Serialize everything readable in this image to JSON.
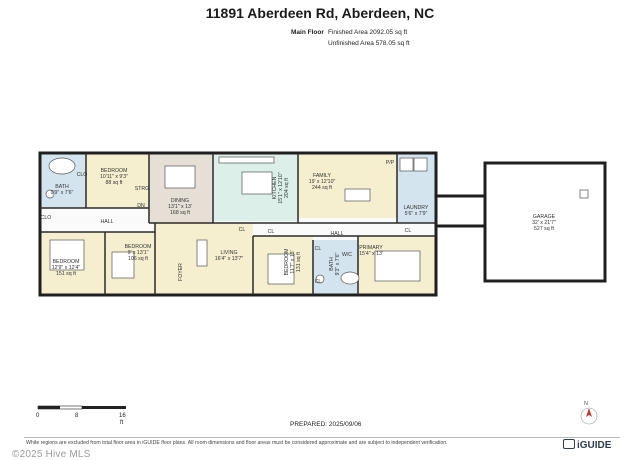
{
  "header": {
    "title": "11891 Aberdeen Rd, Aberdeen, NC",
    "floor_label": "Main Floor",
    "finished_area": "Finished Area 2092.05 sq ft",
    "unfinished_area": "Unfinished Area 578.05 sq ft"
  },
  "rooms": {
    "bath1": [
      "BATH",
      "9'9\" x 7'6\""
    ],
    "bedroom_top": [
      "BEDROOM",
      "10'11\" x 9'3\"",
      "88 sq ft"
    ],
    "dining": [
      "DINING",
      "13'1\" x 13'",
      "168 sq ft"
    ],
    "kitchen": [
      "KITCHEN",
      "15'1\" x 12'10\"",
      "204 sq ft"
    ],
    "family": [
      "FAMILY",
      "19' x 12'10\"",
      "244 sq ft"
    ],
    "laundry": [
      "LAUNDRY",
      "5'6\" x 7'9\""
    ],
    "garage": [
      "GARAGE",
      "32' x 21'7\"",
      "527 sq ft"
    ],
    "bedroom_left": [
      "BEDROOM",
      "12'9\" x 12'4\"",
      "151 sq ft"
    ],
    "bedroom_mid": [
      "BEDROOM",
      "9' x 13'1\"",
      "106 sq ft"
    ],
    "living": [
      "LIVING",
      "16'4\" x 13'7\""
    ],
    "bedroom_right": [
      "BEDROOM",
      "11'7\" x 13'",
      "131 sq ft"
    ],
    "bath2": [
      "BATH",
      "9'3\" x 7'6\""
    ],
    "primary": [
      "PRIMARY",
      "15'4\" x 13'"
    ]
  },
  "labels": {
    "clo_left": "CLO",
    "clo_top": "CLO",
    "hall_left": "HALL",
    "hall_right": "HALL",
    "strg": "STRG",
    "foyer": "FOYER",
    "cl1": "CL",
    "cl2": "CL",
    "cl3": "CL",
    "cl4": "CL",
    "cl5": "CL",
    "pp": "P/P",
    "dn": "DN",
    "wc": "W/C"
  },
  "scale": {
    "s0": "0",
    "s1": "8",
    "s2": "16",
    "unit": "ft"
  },
  "prepared": "PREPARED: 2025/09/06",
  "disclaimer": "White regions are excluded from total floor area in iGUIDE floor plans. All room dimensions and floor areas must be considered approximate and are subject to independent verification.",
  "brand": "iGUIDE",
  "compass": "N",
  "watermark": "©2025 Hive MLS",
  "colors": {
    "wall": "#1f1f1f",
    "bedroom": "#f6efcf",
    "bath": "#d3e4ef",
    "dining": "#e6dfd6",
    "kitchen": "#dcefe8",
    "hall": "#ffffff",
    "garage": "#ffffff"
  }
}
